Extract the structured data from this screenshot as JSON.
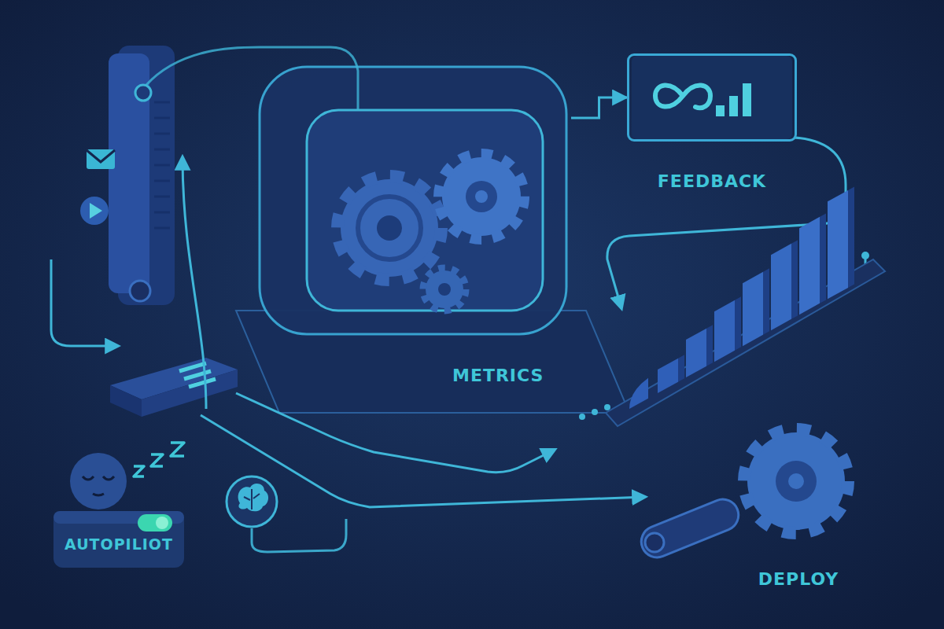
{
  "diagram": {
    "nodes": [
      {
        "text": [
          "FEEDBACK"
        ]
      },
      {
        "text": [
          "METRICS"
        ]
      },
      {
        "text": [
          "AUTOPILIOT"
        ]
      },
      {
        "text": [
          "DEPLOY"
        ]
      }
    ],
    "edges": [
      {
        "from": 1,
        "to": 0,
        "arrow": "to"
      }
    ]
  }
}
